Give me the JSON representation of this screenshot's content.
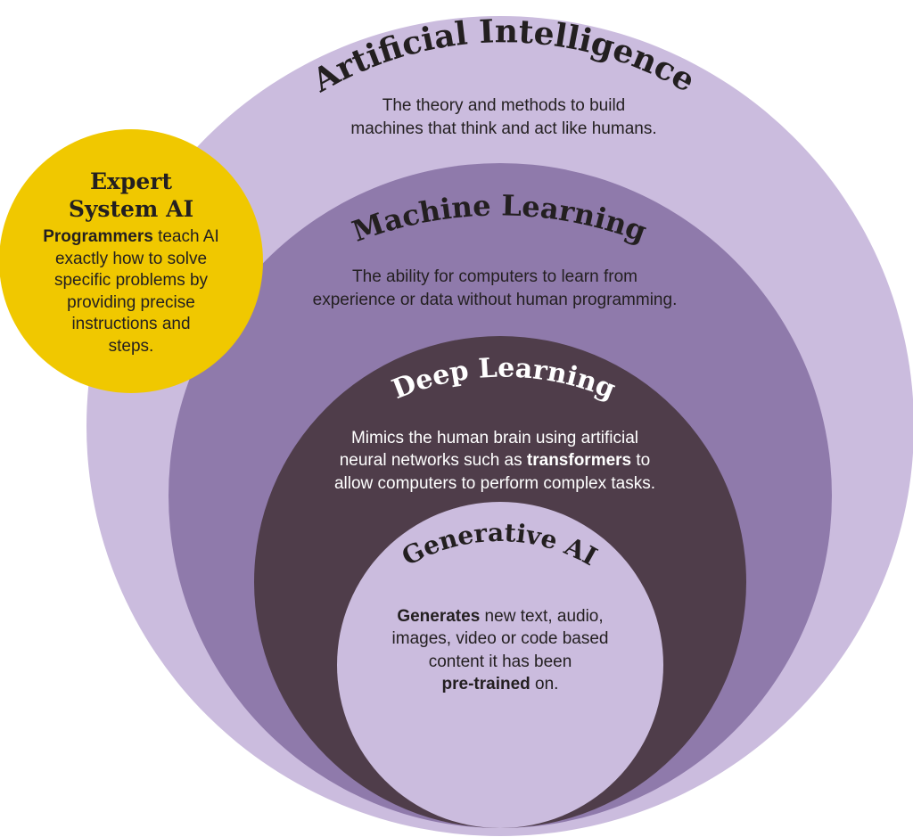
{
  "colors": {
    "ai_fill": "#cbbcde",
    "ml_fill": "#8f7aab",
    "dl_fill": "#4f3d4a",
    "gen_fill": "#cbbcde",
    "expert_fill": "#f0c800",
    "dark_text": "#231f20",
    "light_text": "#ffffff"
  },
  "ai": {
    "title": "Artificial Intelligence",
    "desc_lines": [
      "The theory and methods to build",
      "machines that think and act like humans."
    ]
  },
  "ml": {
    "title": "Machine Learning",
    "desc_lines": [
      "The ability for computers to learn from",
      "experience or data without human programming."
    ]
  },
  "dl": {
    "title": "Deep Learning",
    "desc_line1": "Mimics the human brain using artificial",
    "desc_line2_pre": "neural networks such as ",
    "desc_line2_bold": "transformers",
    "desc_line2_post": " to",
    "desc_line3": "allow computers to perform complex tasks."
  },
  "gen": {
    "title": "Generative AI",
    "desc_line1_bold": "Generates",
    "desc_line1_post": " new text, audio,",
    "desc_line2": "images, video or code based",
    "desc_line3": "content it has been",
    "desc_line4_bold": "pre-trained",
    "desc_line4_post": " on."
  },
  "expert": {
    "title_line1": "Expert",
    "title_line2": "System AI",
    "desc_line1_bold": "Programmers",
    "desc_line1_post": " teach AI",
    "desc_lines_rest": [
      "exactly how to solve",
      "specific problems by",
      "providing precise",
      "instructions and",
      "steps."
    ]
  }
}
